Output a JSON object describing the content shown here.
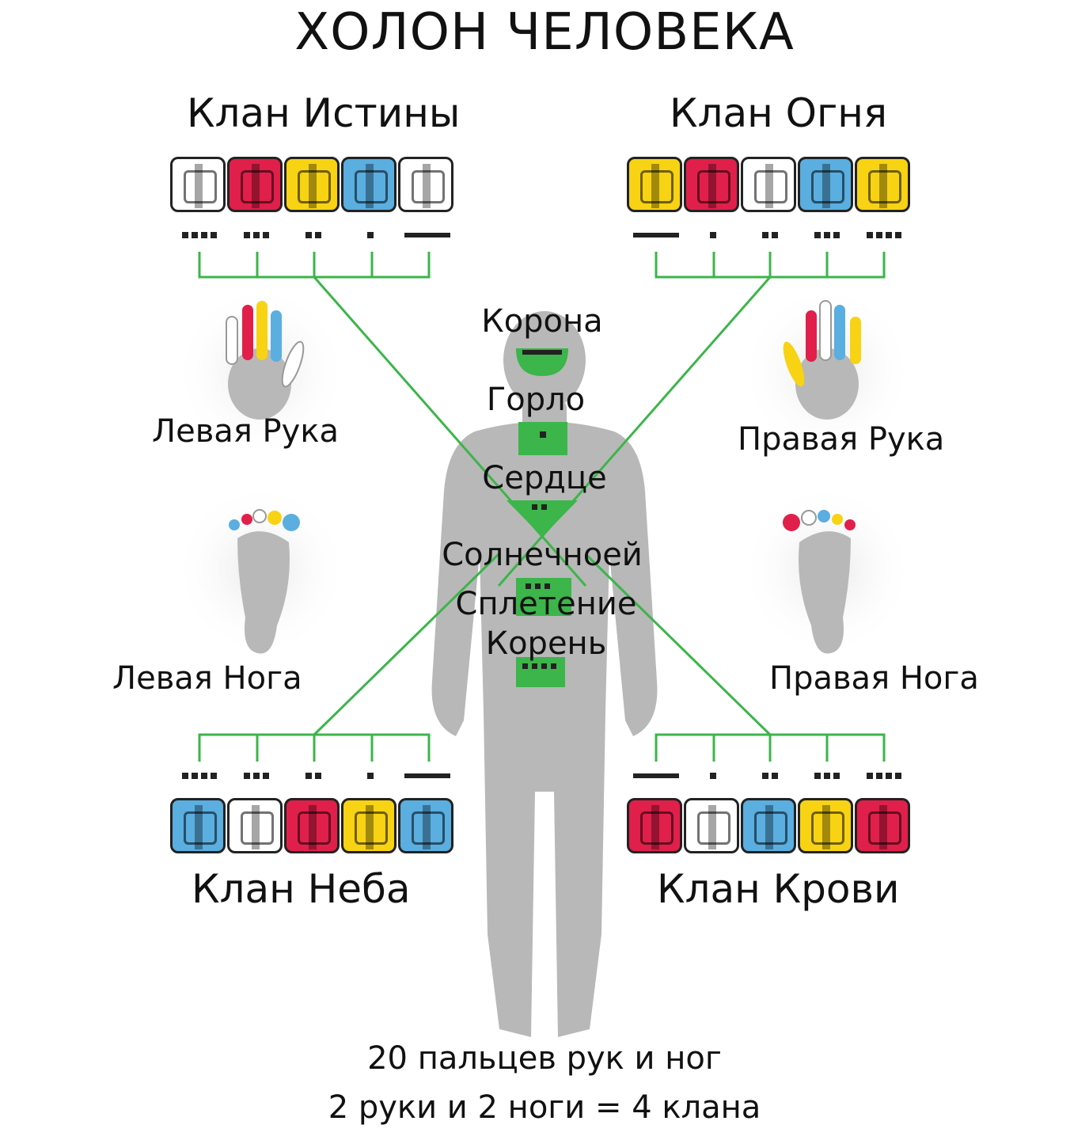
{
  "title": "ХОЛОН ЧЕЛОВЕКА",
  "clans": {
    "truth": {
      "label": "Клан Истины",
      "glyph_colors": [
        "#ffffff",
        "#e0204a",
        "#f7d313",
        "#5aaee0",
        "#ffffff"
      ],
      "tones": [
        4,
        3,
        2,
        1,
        5
      ]
    },
    "fire": {
      "label": "Клан Огня",
      "glyph_colors": [
        "#f7d313",
        "#e0204a",
        "#ffffff",
        "#5aaee0",
        "#f7d313"
      ],
      "tones": [
        5,
        1,
        2,
        3,
        4
      ]
    },
    "sky": {
      "label": "Клан Неба",
      "glyph_colors": [
        "#5aaee0",
        "#ffffff",
        "#e0204a",
        "#f7d313",
        "#5aaee0"
      ],
      "tones": [
        4,
        3,
        2,
        1,
        5
      ]
    },
    "blood": {
      "label": "Клан Крови",
      "glyph_colors": [
        "#e0204a",
        "#ffffff",
        "#5aaee0",
        "#f7d313",
        "#e0204a"
      ],
      "tones": [
        5,
        1,
        2,
        3,
        4
      ]
    }
  },
  "limbs": {
    "left_hand": "Левая Рука",
    "right_hand": "Правая Рука",
    "left_foot": "Левая Нога",
    "right_foot": "Правая Нога"
  },
  "chakras": {
    "crown": "Корона",
    "throat": "Горло",
    "heart": "Сердце",
    "solar": "Солнечноей",
    "solar2": "Сплетение",
    "root": "Корень"
  },
  "footer": {
    "line1": "20 пальцев рук и ног",
    "line2": "2 руки и 2 ноги = 4 клана"
  },
  "colors": {
    "accent_green": "#3cb54a",
    "body_gray": "#b8b8b8",
    "red": "#e0204a",
    "yellow": "#f7d313",
    "blue": "#5aaee0"
  }
}
